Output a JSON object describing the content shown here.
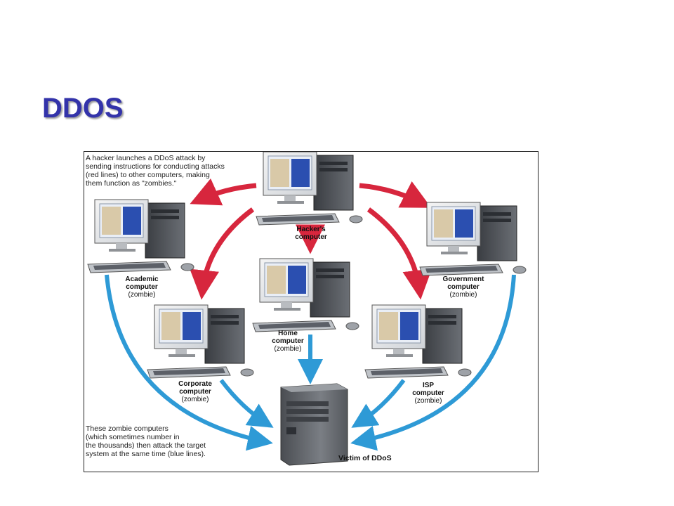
{
  "slide": {
    "title": "DDOS"
  },
  "figure": {
    "intro_note": "A hacker launches a DDoS attack by\nsending instructions for conducting attacks\n(red lines) to other computers, making\nthem function as \"zombies.\"",
    "outro_note": "These zombie computers\n(which sometimes number in\nthe thousands) then attack the target\nsystem at the same time (blue lines).",
    "computers": {
      "hacker": {
        "name": "Hacker's\ncomputer",
        "role": ""
      },
      "academic": {
        "name": "Academic\ncomputer",
        "role": "(zombie)"
      },
      "government": {
        "name": "Government\ncomputer",
        "role": "(zombie)"
      },
      "home": {
        "name": "Home\ncomputer",
        "role": "(zombie)"
      },
      "corporate": {
        "name": "Corporate\ncomputer",
        "role": "(zombie)"
      },
      "isp": {
        "name": "ISP\ncomputer",
        "role": "(zombie)"
      }
    },
    "victim_label": "Victim of DDoS",
    "colors": {
      "attack_instruction": "#d7263d",
      "zombie_attack": "#2e9ad6",
      "title": "#3333aa"
    }
  }
}
